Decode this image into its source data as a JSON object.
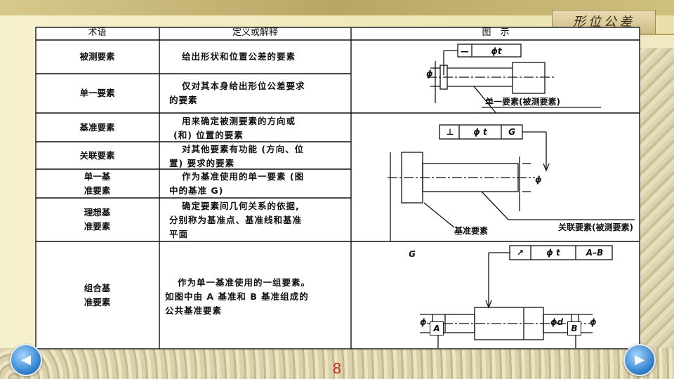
{
  "header": {
    "corner_title": "形位公差"
  },
  "table": {
    "columns": [
      "术语",
      "定义或解释",
      "图　示"
    ],
    "rows": [
      {
        "term": "被测要素",
        "definition": [
          "给出形状和位置公差的要素"
        ]
      },
      {
        "term": "单一要素",
        "definition": [
          "仅对其本身给出形位公差要求",
          "的要素"
        ]
      },
      {
        "term": "基准要素",
        "definition": [
          "用来确定被测要素的方向或",
          "(和) 位置的要素"
        ]
      },
      {
        "term": "关联要素",
        "definition": [
          "对其他要素有功能 (方向、位",
          "置) 要求的要素"
        ]
      },
      {
        "term": [
          "单一基",
          "准要素"
        ],
        "definition": [
          "作为基准使用的单一要素 (图",
          "中的基准 G)"
        ]
      },
      {
        "term": [
          "理想基",
          "准要素"
        ],
        "definition": [
          "确定要素间几何关系的依据,",
          "分别称为基准点、基准线和基准",
          "平面"
        ]
      },
      {
        "term": [
          "组合基",
          "准要素"
        ],
        "definition": [
          "作为单一基准使用的一组要素。",
          "如图中由 A 基准和 B 基准组成的",
          "公共基准要素"
        ]
      }
    ]
  },
  "figures": {
    "fig1": {
      "frame": [
        "—",
        "ϕt"
      ],
      "dim": "ϕ",
      "callout": "单一要素(被测要素)"
    },
    "fig2": {
      "frame": [
        "⊥",
        "ϕ t",
        "G"
      ],
      "dim": "ϕ",
      "callout_related": "关联要素(被测要素)",
      "callout_datum": "基准要素",
      "datum_letter": "G"
    },
    "fig3": {
      "frame": [
        "↗",
        "ϕ t",
        "A–B"
      ],
      "dim_left": "ϕ",
      "dim_center": "ϕd",
      "dim_right": "ϕ",
      "datum_a": "A",
      "datum_b": "B"
    }
  },
  "footer": {
    "page_number": "8",
    "prev_icon": "◀",
    "next_icon": "▶"
  }
}
